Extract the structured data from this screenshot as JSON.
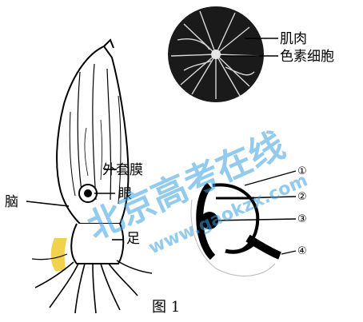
{
  "labels": {
    "muscle": "肌肉",
    "pigment_cell": "色素细胞",
    "mantle": "外套膜",
    "brain": "脑",
    "eye": "眼",
    "foot": "足"
  },
  "markers": [
    "①",
    "②",
    "③",
    "④"
  ],
  "caption": "图 1",
  "watermark": {
    "text": "北京高考在线",
    "url": "www.gaokzx.com"
  },
  "colors": {
    "ink": "#000000",
    "watermark": "#3aa2e0",
    "yellow_patch": "#f2d24c"
  }
}
